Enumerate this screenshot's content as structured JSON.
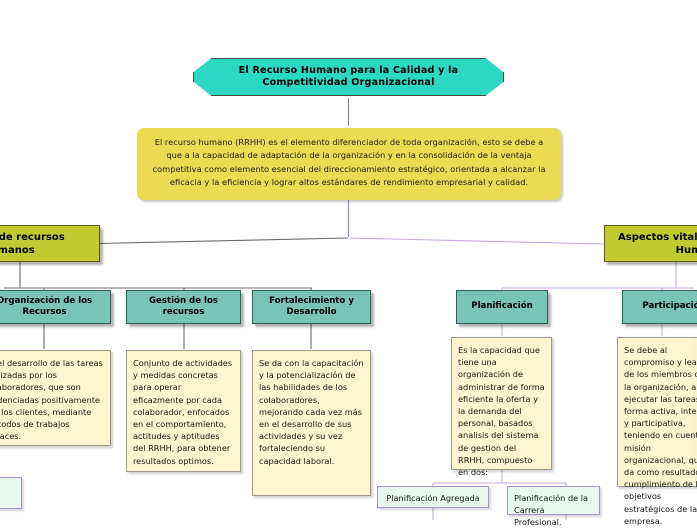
{
  "colors": {
    "root_fill": "#2BD8C4",
    "summary_fill": "#EBDB52",
    "branch_fill": "#BFCB2E",
    "subtopic_fill": "#79C4B4",
    "note_fill": "#FBF6CF",
    "leaf_fill": "#E9F7EF",
    "connector_left": "#6b6b6b",
    "connector_right": "#C3A8D8",
    "page_background": "#FFFFFF"
  },
  "root": {
    "title": "El Recurso Humano para la Calidad y la Competitividad Organizacional"
  },
  "summary": {
    "text": "El recurso humano (RRHH) es el elemento diferenciador de toda organización, esto se debe a que a la capacidad de adaptación de la organización y en la consolidación de la ventaja competitiva como elemento esencial del direccionamiento estratégico, orientada a alcanzar la eficacia y la eficiencia y lograr altos estándares de rendimiento empresarial y calidad."
  },
  "branches": [
    {
      "id": "politica-recursos-humanos",
      "header": "ca de recursos os",
      "header_full": "Política de recursos humanos",
      "clipped": "left",
      "subtopics": [
        {
          "id": "organizacion-de-los-recursos",
          "label": "Organización de los Recursos",
          "note": "s el desarrollo de las tareas ealizadas por los olaboradores, que son evidenciadas positivamente or los clientes, mediante nétodos de trabajos eficaces.",
          "note_full": "Es el desarrollo de las tareas realizadas por los colaboradores, que son evidenciadas positivamente por los clientes, mediante métodos de trabajos eficaces.",
          "clipped": "left"
        },
        {
          "id": "gestion-de-los-recursos",
          "label": "Gestión de los recursos",
          "note": "Conjunto de actividades y medidas concretas para operar eficazmente por cada colaborador, enfocados en el comportamiento, actitudes y aptitudes del RRHH, para obtener resultados optimos.",
          "clipped": "none"
        },
        {
          "id": "fortalecimiento-y-desarrollo",
          "label": "Fortalecimiento y Desarrollo",
          "note": "Se da con la capacitación y la potencialización de las habilidades de los colaboradores, mejorando cada vez más en el desarrollo de sus actividades y su vez fortaleciendo su capacidad laboral.",
          "clipped": "none"
        }
      ]
    },
    {
      "id": "aspectos-vitales-recurso-humano",
      "header": "Aspectos vita Hu",
      "header_full": "Aspectos vitales del Recurso Humano",
      "clipped": "right",
      "subtopics": [
        {
          "id": "planificacion",
          "label": "Planificación",
          "note": "Es la capacidad que tiene una organización de administrar de forma eficiente la oferta y la demanda del personal, basados analisis del sistema de gestion del RRHH, compuesto en dos:",
          "clipped": "none",
          "leaves": [
            {
              "id": "planificacion-agregada",
              "label": "Planificación Agregada"
            },
            {
              "id": "planificacion-carrera-profesional",
              "label": "Planificación de la Carrera Profesional."
            }
          ]
        },
        {
          "id": "participacion",
          "label": "Participac",
          "label_full": "Participación",
          "note": "Se debe al compr lealtad de los mie de la organización, ejecutar las tareas forma activa, inte participativa, teni cuenta la misión organizacional, qu como resultado el cumplimiento de l objetivos estratég la empresa.",
          "note_full": "Se debe al compromiso y lealtad de los miembros de la organización, al ejecutar las tareas de forma activa, integral y participativa, teniendo en cuenta la misión organizacional, que da como resultado el cumplimiento de los objetivos estratégicos de la empresa.",
          "clipped": "right"
        }
      ]
    }
  ],
  "floating_leaf": {
    "id": "left-partial-leaf",
    "label": ""
  }
}
